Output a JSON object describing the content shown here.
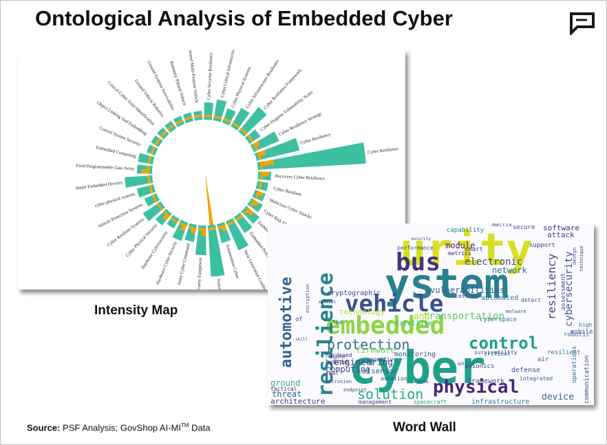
{
  "title": "Ontological Analysis of Embedded Cyber",
  "captions": {
    "intensity": "Intensity Map",
    "wordwall": "Word Wall"
  },
  "source": {
    "label": "Source:",
    "text": " PSF Analysis; GovShop AI-MI",
    "sup": "TM",
    "tail": " Data"
  },
  "colors": {
    "teal": "#3dbfa2",
    "orange": "#f5a300",
    "wordwall_bg": "#fbfaff"
  },
  "chart_data": {
    "type": "radial_bar",
    "series": [
      {
        "color": "#3dbfa2"
      },
      {
        "color": "#f5a300"
      }
    ],
    "categories": [
      "Cyber Resilience",
      "Recovery Cyber Resilience",
      "Cyber Resilient",
      "Malicious Cyber Attacks",
      "Cyber Risk Mitigation Activities",
      "Embedded Vehicle Software Development",
      "Embedded Processors",
      "Next Generation Combat Vehicle Technology",
      "Autonomous Cyber",
      "National Security Systems",
      "Transportation Security Equipment",
      "Army Cyber Command",
      "Hardware Cyber Security",
      "Hardware Cybersecurity",
      "Cyber Physical Security",
      "Cyber Resilient Systems",
      "Vehicle Protection Systems",
      "cyber-physical systems",
      "Smart Embedded Devices",
      "Field Programmable Gate Array",
      "Embedded Computing",
      "Control System Security",
      "Object Linking And Embedding",
      "Critical Cyber Asset Identification",
      "Ground Vehicle Robotics",
      "Ground Systems Survivability",
      "Remotely Piloted Vehicle",
      "Armored Multi-Purpose Vehicle",
      "Cyber Security Resilience",
      "Cyber Critical Infrastructure",
      "Cyber Physical Systems",
      "Cyber Infrastructure Resilience",
      "Cyber Resilience Framework",
      "Cyber Hygiene Vulnerability Scans",
      "Cyber Resilience Strategy",
      "Cyber Resiliency"
    ],
    "values": {
      "teal": [
        100,
        8,
        6,
        6,
        8,
        12,
        14,
        26,
        14,
        45,
        24,
        12,
        14,
        6,
        10,
        16,
        8,
        12,
        22,
        10,
        10,
        4,
        4,
        4,
        4,
        4,
        4,
        4,
        12,
        16,
        10,
        16,
        26,
        8,
        22,
        38
      ],
      "orange": [
        12,
        6,
        0,
        4,
        4,
        6,
        0,
        0,
        4,
        85,
        6,
        4,
        4,
        0,
        4,
        0,
        0,
        0,
        0,
        6,
        0,
        0,
        0,
        0,
        0,
        0,
        0,
        0,
        0,
        0,
        0,
        0,
        0,
        0,
        4,
        6
      ]
    }
  },
  "wordwall": {
    "words": [
      {
        "t": "urity",
        "c": "#d8df23"
      },
      {
        "t": "ystem",
        "c": "#2a7f8e"
      },
      {
        "t": "bus",
        "c": "#46337e"
      },
      {
        "t": "vehicle",
        "c": "#3b528b"
      },
      {
        "t": "embedded",
        "c": "#8bd646"
      },
      {
        "t": "cyber",
        "c": "#1fa187"
      },
      {
        "t": "resilience",
        "c": "#26828e"
      },
      {
        "t": "automotive",
        "c": "#33638d"
      },
      {
        "t": "physical",
        "c": "#482677"
      },
      {
        "t": "protection",
        "c": "#2c728e"
      },
      {
        "t": "control",
        "c": "#1f9e89"
      },
      {
        "t": "solution",
        "c": "#29af7f"
      },
      {
        "t": "resiliency",
        "c": "#404688"
      },
      {
        "t": "cybersecurity",
        "c": "#39568c"
      },
      {
        "t": "electronic",
        "c": "#3e4a89"
      },
      {
        "t": "network",
        "c": "#2d708e"
      },
      {
        "t": "transportation",
        "c": "#5ec962"
      },
      {
        "t": "and",
        "c": "#b5de2b"
      },
      {
        "t": "computing",
        "c": "#3e4a89"
      },
      {
        "t": "engineering",
        "c": "#404688"
      },
      {
        "t": "sensor",
        "c": "#31688e"
      },
      {
        "t": "firmware",
        "c": "#6ece58"
      },
      {
        "t": "device",
        "c": "#31688e"
      },
      {
        "t": "threat",
        "c": "#355f8d"
      },
      {
        "t": "architecture",
        "c": "#443983"
      },
      {
        "t": "ground",
        "c": "#35b779"
      },
      {
        "t": "vulnerabilities",
        "c": "#34618d"
      },
      {
        "t": "automated",
        "c": "#287c8e"
      },
      {
        "t": "satellite",
        "c": "#3bbb75"
      },
      {
        "t": "framework",
        "c": "#3b528b"
      },
      {
        "t": "infrastructure",
        "c": "#2a788e"
      },
      {
        "t": "software",
        "c": "#46307e"
      },
      {
        "t": "module",
        "c": "#48186a"
      },
      {
        "t": "capability",
        "c": "#277f8e"
      },
      {
        "t": "secure",
        "c": "#39568c"
      },
      {
        "t": "attack",
        "c": "#433d84"
      },
      {
        "t": "cryptographic",
        "c": "#3e4989"
      },
      {
        "t": "technology",
        "c": "#b8de29"
      },
      {
        "t": "robotic",
        "c": "#31688e"
      },
      {
        "t": "cyberspace",
        "c": "#2a788e"
      },
      {
        "t": "monitoring",
        "c": "#3b528b"
      },
      {
        "t": "cognitive",
        "c": "#404688"
      },
      {
        "t": "aviation",
        "c": "#3e4a89"
      },
      {
        "t": "iot",
        "c": "#2d708e"
      },
      {
        "t": "hybrid",
        "c": "#472c7a"
      },
      {
        "t": "spacecraft",
        "c": "#20a386"
      },
      {
        "t": "management",
        "c": "#3f4788"
      },
      {
        "t": "tactical",
        "c": "#46337e"
      },
      {
        "t": "defense",
        "c": "#3e4a89"
      },
      {
        "t": "operations",
        "c": "#31688e"
      },
      {
        "t": "communication",
        "c": "#3b528b"
      },
      {
        "t": "mobile",
        "c": "#3e4a89"
      },
      {
        "t": "resilient",
        "c": "#2c728e"
      },
      {
        "t": "air",
        "c": "#3b528b"
      },
      {
        "t": "smart",
        "c": "#443983"
      },
      {
        "t": "metrics",
        "c": "#482173"
      },
      {
        "t": "matrix",
        "c": "#3f4788"
      },
      {
        "t": "testing",
        "c": "#3e4a89"
      },
      {
        "t": "detect",
        "c": "#3b528b"
      },
      {
        "t": "critical",
        "c": "#34618d"
      },
      {
        "t": "avionics",
        "c": "#3f4788"
      },
      {
        "t": "survivability",
        "c": "#3e4a89"
      },
      {
        "t": "engine",
        "c": "#433e85"
      },
      {
        "t": "units",
        "c": "#3e4a89"
      },
      {
        "t": "integrated",
        "c": "#31688e"
      },
      {
        "t": "assessment",
        "c": "#3b528b"
      },
      {
        "t": "high",
        "c": "#2d708e"
      },
      {
        "t": "support",
        "c": "#3e4a89"
      },
      {
        "t": "performance",
        "c": "#3b528b"
      },
      {
        "t": "hardened",
        "c": "#443983"
      },
      {
        "t": "real",
        "c": "#46337e"
      },
      {
        "t": "intrusion",
        "c": "#3e4a89"
      },
      {
        "t": "endpoint",
        "c": "#3e4a89"
      },
      {
        "t": "malware",
        "c": "#3b528b"
      },
      {
        "t": "encryption",
        "c": "#3b528b"
      },
      {
        "t": "technique",
        "c": "#3e4a89"
      },
      {
        "t": "design",
        "c": "#3b528b"
      },
      {
        "t": "of",
        "c": "#3e4a89"
      },
      {
        "t": "the",
        "c": "#3e4a89"
      },
      {
        "t": "medical",
        "c": "#3e4a89"
      },
      {
        "t": "security",
        "c": "#3e4a89"
      },
      {
        "t": "skill",
        "c": "#3e4a89"
      },
      {
        "t": "system",
        "c": "#3e4a89"
      }
    ]
  }
}
